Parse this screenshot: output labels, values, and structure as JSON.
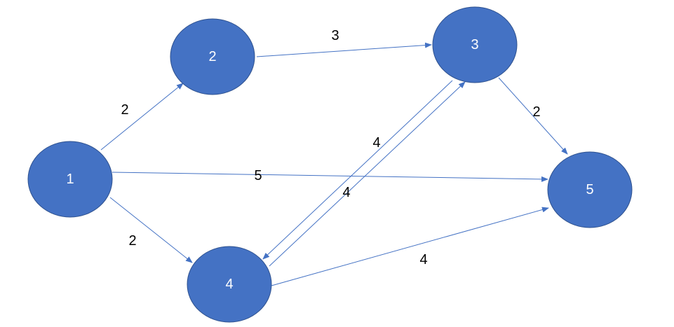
{
  "colors": {
    "node_fill": "#4472c4",
    "node_stroke": "#2f528f",
    "edge": "#4472c4",
    "edge_label": "#000000",
    "node_label": "#ffffff"
  },
  "nodes": [
    {
      "id": "1",
      "label": "1"
    },
    {
      "id": "2",
      "label": "2"
    },
    {
      "id": "3",
      "label": "3"
    },
    {
      "id": "4",
      "label": "4"
    },
    {
      "id": "5",
      "label": "5"
    }
  ],
  "edges": [
    {
      "from": "1",
      "to": "2",
      "weight": "2"
    },
    {
      "from": "1",
      "to": "4",
      "weight": "2"
    },
    {
      "from": "1",
      "to": "5",
      "weight": "5"
    },
    {
      "from": "2",
      "to": "3",
      "weight": "3"
    },
    {
      "from": "3",
      "to": "4",
      "weight": "4"
    },
    {
      "from": "4",
      "to": "3",
      "weight": "4"
    },
    {
      "from": "3",
      "to": "5",
      "weight": "2"
    },
    {
      "from": "4",
      "to": "5",
      "weight": "4"
    }
  ]
}
